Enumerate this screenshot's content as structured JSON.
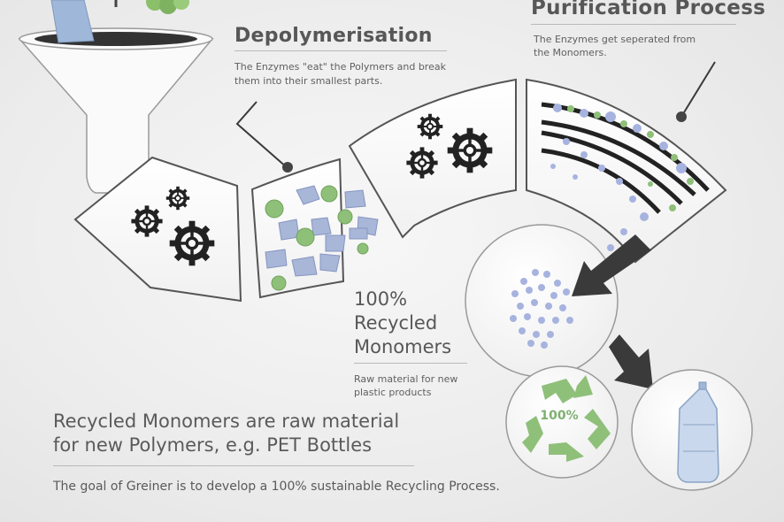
{
  "stages": {
    "depolymerisation": {
      "title": "Depolymerisation",
      "description": "The Enzymes \"eat\" the Polymers and break them into their smallest parts."
    },
    "purification": {
      "title": "Purification Process",
      "description": "The Enzymes get seperated from the Monomers."
    },
    "monomers": {
      "title_line1": "100%",
      "title_line2": "Recycled",
      "title_line3": "Monomers",
      "description": "Raw material for new plastic products"
    }
  },
  "recycle_badge": "100%",
  "summary": {
    "headline_line1": "Recycled Monomers are raw material",
    "headline_line2": "for new Polymers, e.g. PET Bottles",
    "goal": "The goal of Greiner is to develop a 100% sustainable Recycling Process."
  },
  "colors": {
    "text": "#575757",
    "recycle_green": "#8fc07a",
    "monomer_blue": "#a7b3df",
    "arrow": "#3a3a3a"
  }
}
